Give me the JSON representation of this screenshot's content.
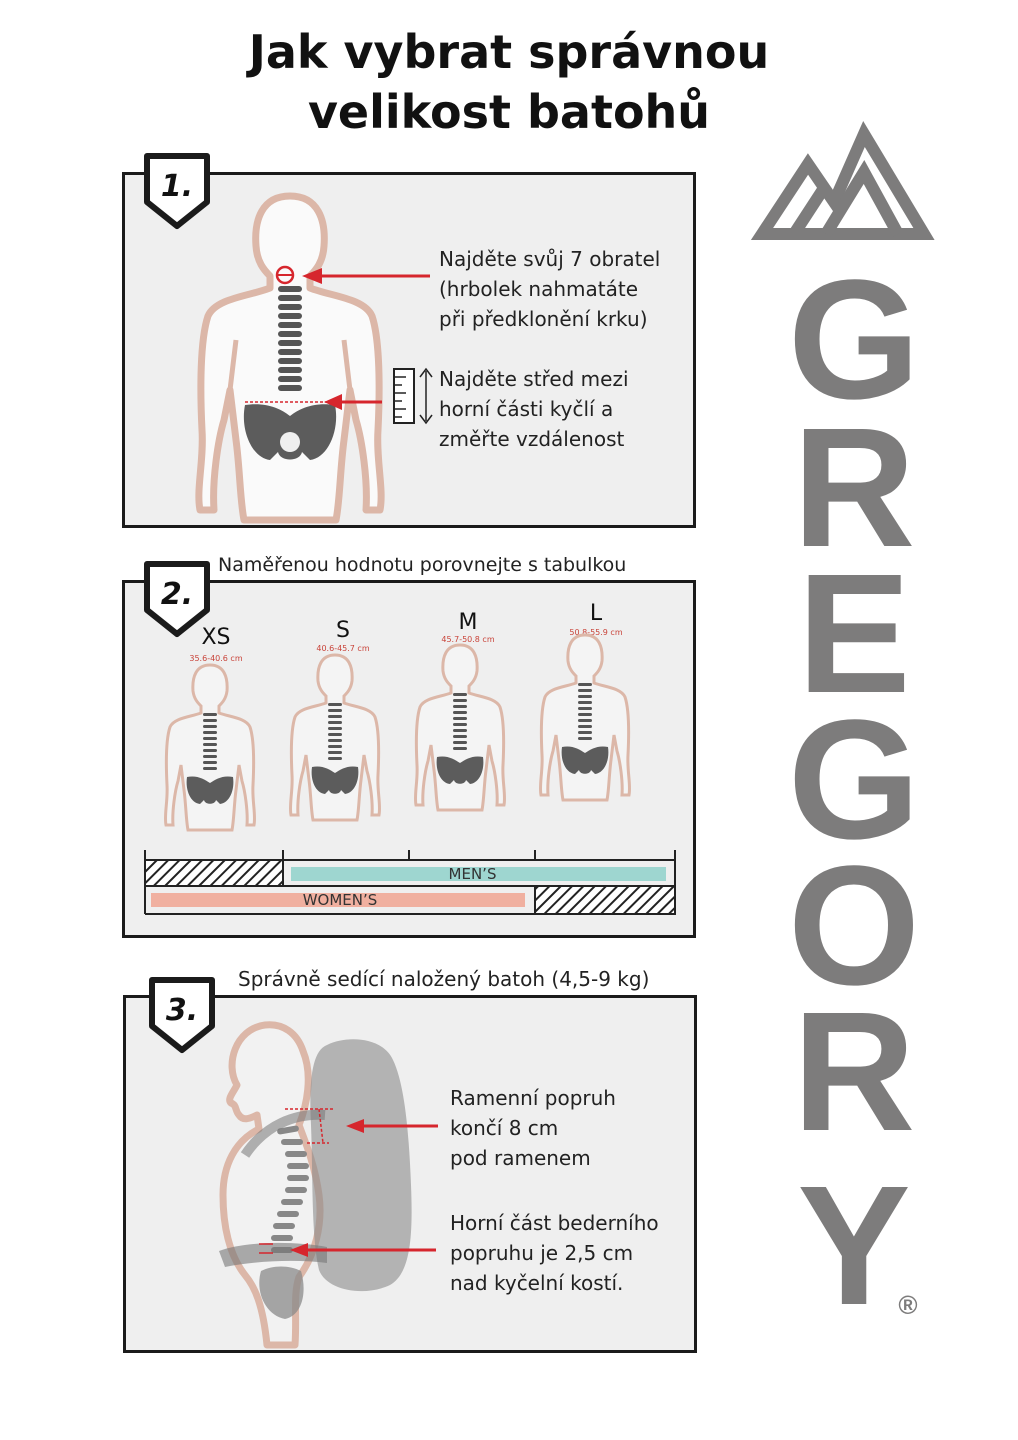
{
  "title": {
    "line1": "Jak vybrat správnou",
    "line2": "velikost batohů"
  },
  "step1": {
    "badge": "1.",
    "note_top": [
      "Najděte svůj 7 obratel",
      "(hrbolek nahmatáte",
      "při předklonění krku)"
    ],
    "note_bottom": [
      "Najděte střed mezi",
      "horní části kyčlí a",
      "změřte vzdálenost"
    ]
  },
  "step2": {
    "badge": "2.",
    "heading": "Naměřenou hodnotu porovnejte s tabulkou",
    "sizes": [
      {
        "label": "XS",
        "range": "35.6-40.6 cm"
      },
      {
        "label": "S",
        "range": "40.6-45.7 cm"
      },
      {
        "label": "M",
        "range": "45.7-50.8 cm"
      },
      {
        "label": "L",
        "range": "50.8-55.9 cm"
      }
    ],
    "mens_label": "MEN’S",
    "womens_label": "WOMEN’S"
  },
  "step3": {
    "badge": "3.",
    "heading": "Správně sedící naložený batoh (4,5-9 kg)",
    "note_top": [
      "Ramenní popruh",
      "končí 8 cm",
      "pod ramenem"
    ],
    "note_bottom": [
      "Horní část bederního",
      "popruhu je 2,5 cm",
      "nad kyčelní kostí."
    ]
  },
  "logo": {
    "letters": [
      "G",
      "R",
      "E",
      "G",
      "O",
      "R",
      "Y"
    ],
    "registered": "®"
  },
  "colors": {
    "body_outline": "#dcb7a8",
    "arrow_red": "#d6262d",
    "spine": "#555555",
    "logo_gray": "#7d7c7c",
    "mens_bar": "#9ed6d0",
    "womens_bar": "#f0b0a0"
  }
}
